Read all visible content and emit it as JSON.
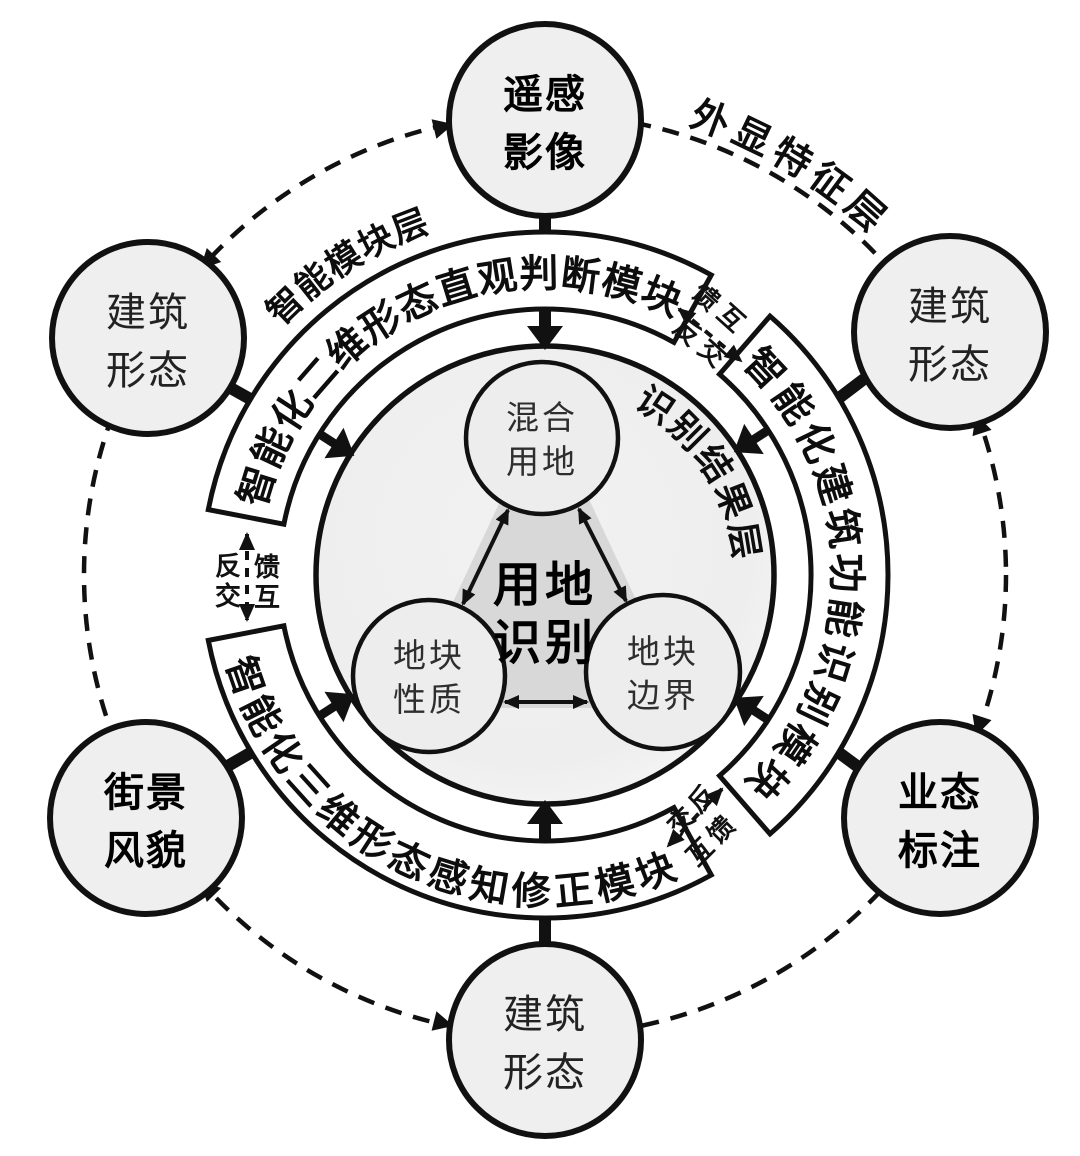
{
  "figure": {
    "colors": {
      "outline": "#111111",
      "node_fill": "#efefef",
      "inner_node_fill": "#ededed",
      "band_fill": "#ffffff",
      "triangle_fill": "#d8d8d8"
    },
    "center": {
      "line1": "用地",
      "line2": "识别"
    },
    "result_nodes": {
      "top": {
        "line1": "混合",
        "line2": "用地"
      },
      "left": {
        "line1": "地块",
        "line2": "性质"
      },
      "right": {
        "line1": "地块",
        "line2": "边界"
      }
    },
    "modules": {
      "top": "智能化二维形态直观判断模块",
      "right": "智能化建筑功能识别模块",
      "bottom": "智能化三维形态感知修正模块"
    },
    "layers": {
      "module": "智能模块层",
      "feature": "外显特征层",
      "result": "识别结果层"
    },
    "outer_nodes": {
      "top": {
        "line1": "遥感",
        "line2": "影像"
      },
      "top_left": {
        "line1": "建筑",
        "line2": "形态"
      },
      "top_right": {
        "line1": "建筑",
        "line2": "形态"
      },
      "bottom_left": {
        "line1": "街景",
        "line2": "风貌"
      },
      "bottom_right": {
        "line1": "业态",
        "line2": "标注"
      },
      "bottom": {
        "line1": "建筑",
        "line2": "形态"
      }
    },
    "links": {
      "feedback": "反馈",
      "interaction": "交互"
    }
  }
}
